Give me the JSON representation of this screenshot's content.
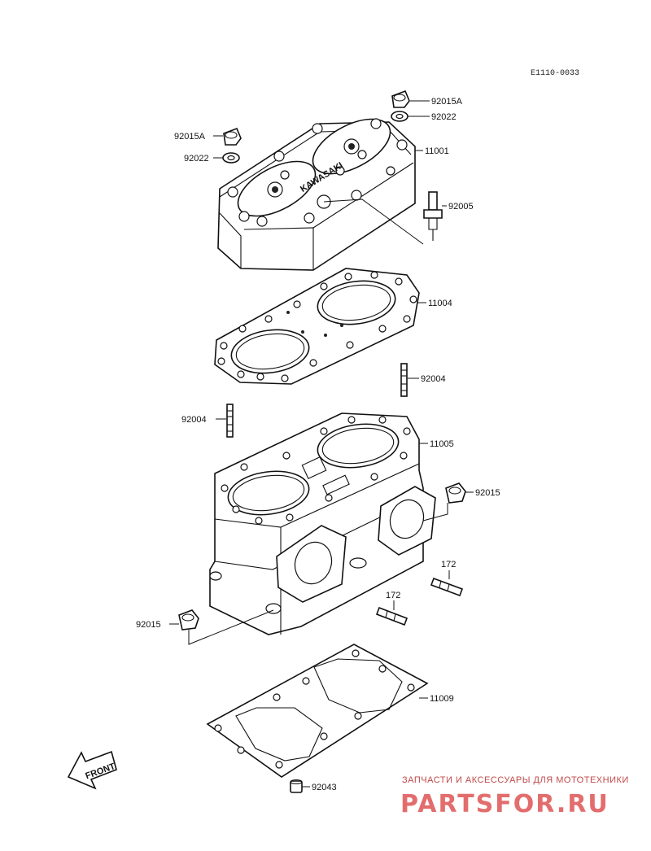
{
  "diagram": {
    "code": "E1110-0033",
    "front_label": "FRONT",
    "labels": {
      "nut_a_right": "92015A",
      "washer_right": "92022",
      "nut_a_left": "92015A",
      "washer_left": "92022",
      "head": "11001",
      "plug": "92005",
      "head_gasket": "11004",
      "stud_right": "92004",
      "stud_left": "92004",
      "cylinder": "11005",
      "nut_right": "92015",
      "pin_right": "172",
      "pin_left": "172",
      "nut_left": "92015",
      "base_gasket": "11009",
      "dowel": "92043"
    },
    "head_emboss": "KAWASAKI"
  },
  "watermark": {
    "caption": "ЗАПЧАСТИ И АКСЕССУАРЫ ДЛЯ МОТОТЕХНИКИ",
    "brand": "PARTSFOR.RU"
  }
}
